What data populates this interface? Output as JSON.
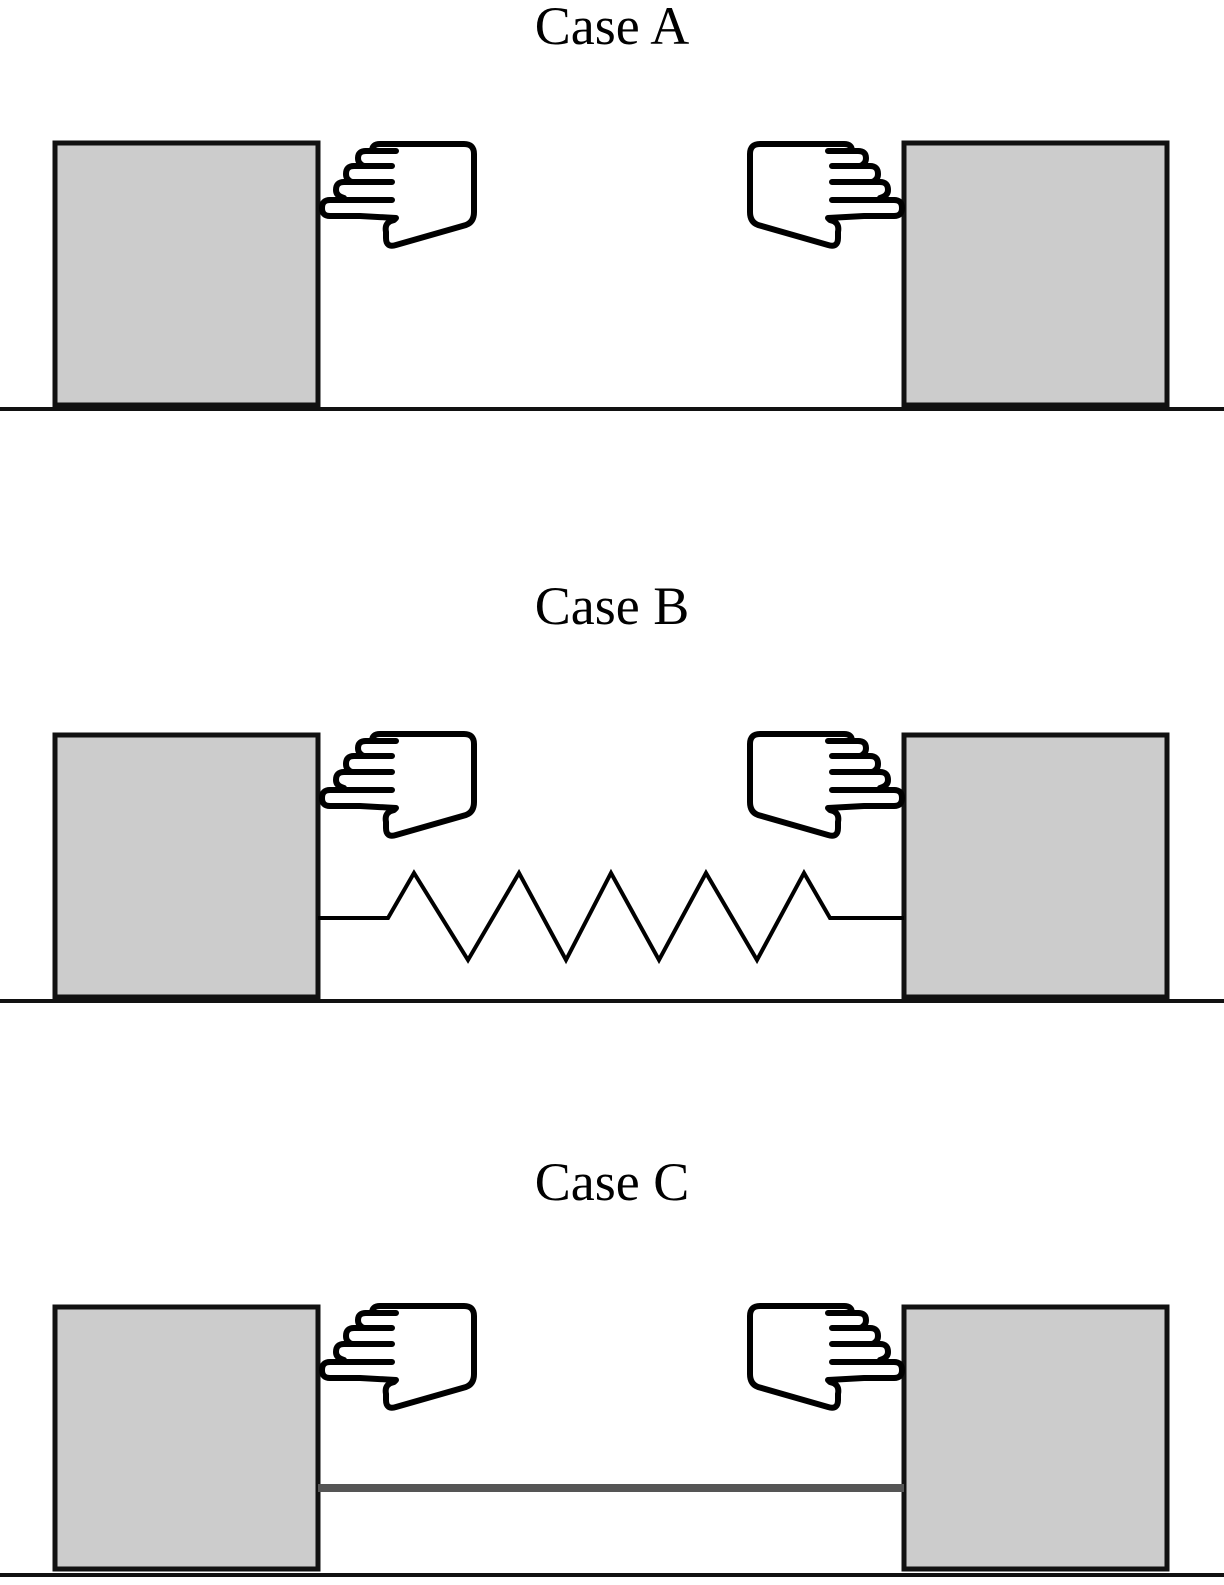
{
  "cases": [
    {
      "title": "Case A",
      "connector": "none"
    },
    {
      "title": "Case B",
      "connector": "spring"
    },
    {
      "title": "Case C",
      "connector": "rod"
    }
  ],
  "colors": {
    "block_fill": "#cccccc",
    "outline": "#111111",
    "rod": "#555555",
    "background": "#ffffff"
  },
  "icons": {
    "hand": "pushing-hand-icon"
  }
}
